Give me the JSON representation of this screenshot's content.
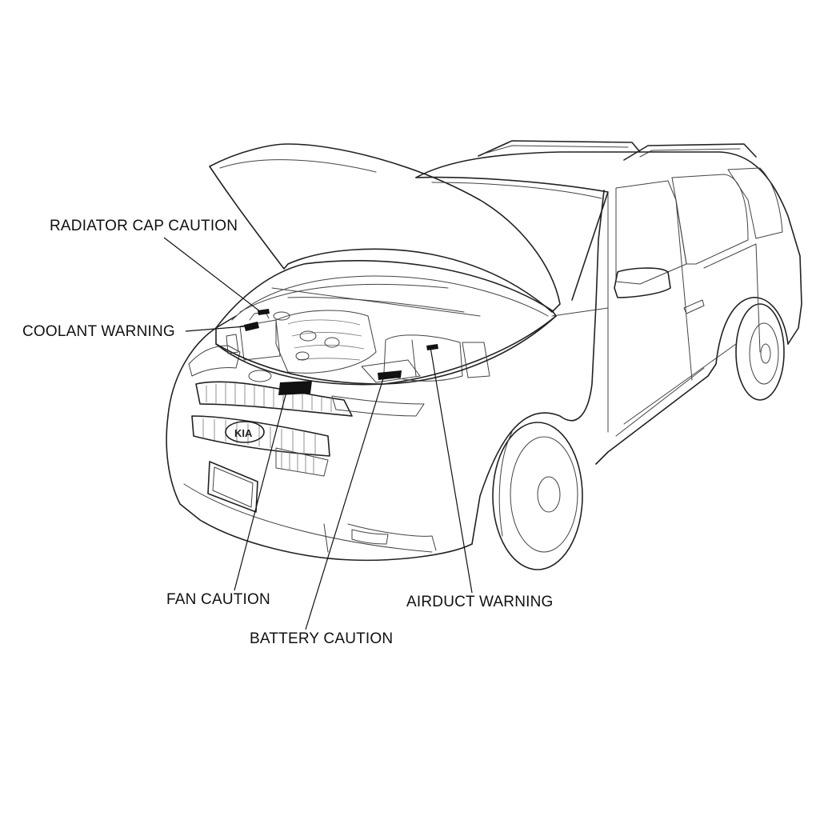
{
  "callouts": {
    "radiator_cap": "RADIATOR CAP CAUTION",
    "coolant": "COOLANT WARNING",
    "fan": "FAN CAUTION",
    "battery": "BATTERY CAUTION",
    "airduct": "AIRDUCT WARNING"
  },
  "illustration": {
    "subject": "van-with-open-hood",
    "badge": "KIA"
  },
  "colors": {
    "line": "#222222",
    "tag": "#111111",
    "background": "#ffffff"
  }
}
